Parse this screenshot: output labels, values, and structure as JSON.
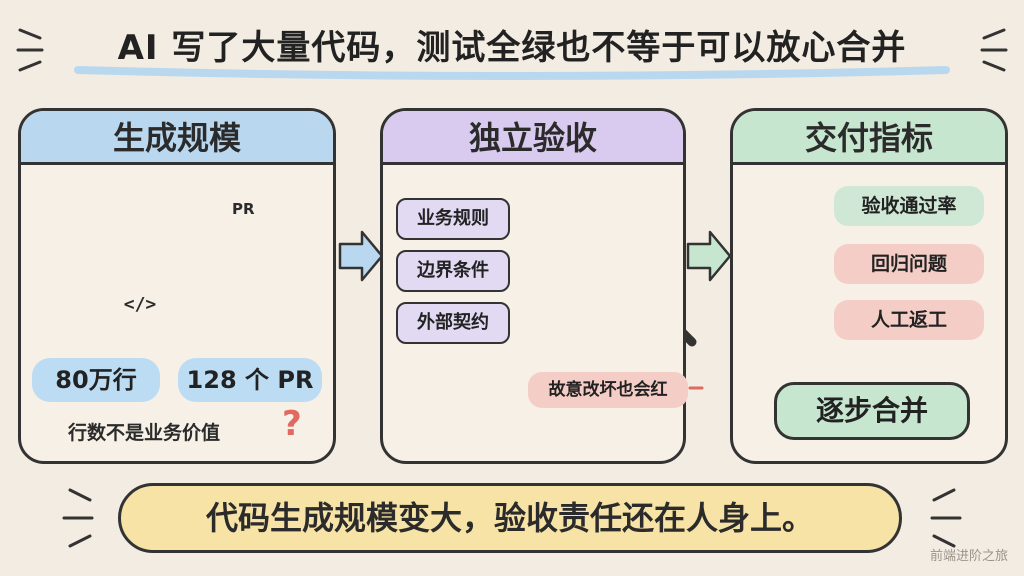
{
  "title": "AI 写了大量代码，测试全绿也不等于可以放心合并",
  "panels": {
    "generation": {
      "heading": "生成规模",
      "doc_label": "PR",
      "code_icon": "</>",
      "stats": [
        "80万行",
        "128 个 PR"
      ],
      "note": "行数不是业务价值",
      "note_icon": "?"
    },
    "acceptance": {
      "heading": "独立验收",
      "inputs": [
        "业务规则",
        "边界条件",
        "外部契约"
      ],
      "result": "故意改坏也会红"
    },
    "delivery": {
      "heading": "交付指标",
      "metrics": [
        {
          "label": "验收通过率",
          "icon": "signal-bars-icon"
        },
        {
          "label": "回归问题",
          "icon": "bug-icon"
        },
        {
          "label": "人工返工",
          "icon": "person-icon"
        }
      ],
      "final": "逐步合并"
    }
  },
  "footer": "代码生成规模变大，验收责任还在人身上。",
  "brand": "前端进阶之旅",
  "colors": {
    "blue_head": "#b9d8f0",
    "purple_head": "#d9cbef",
    "green_head": "#c6e6cf",
    "metric_green": "#cfe8d6",
    "metric_red": "#f5cdc7",
    "footer_yellow": "#f7e3a6",
    "stat_blue": "#bcdcf3"
  }
}
